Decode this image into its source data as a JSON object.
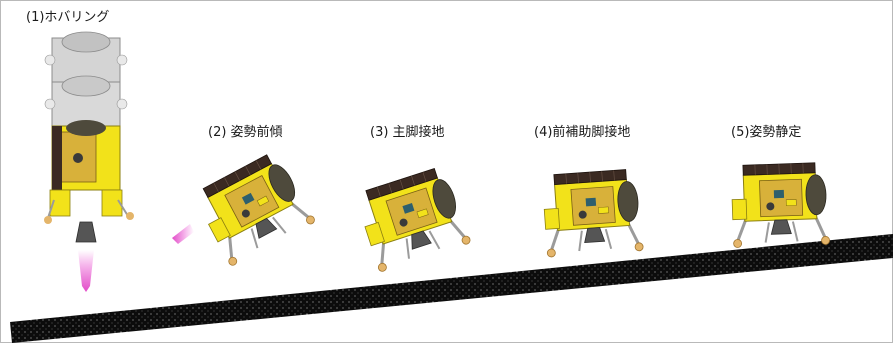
{
  "stages": [
    {
      "label": "(1)ホバリング"
    },
    {
      "label": "(2) 姿勢前傾"
    },
    {
      "label": "(3) 主脚接地"
    },
    {
      "label": "(4)前補助脚接地"
    },
    {
      "label": "(5)姿勢静定"
    }
  ],
  "colors": {
    "body_yellow": "#f2e21a",
    "panel_gold": "#d8b13a",
    "solar_panel": "#3b2a22",
    "tank_dark": "#4e4a3c",
    "silver": "#c7c7c7",
    "plume_pink": "#e24bc8",
    "ground": "#0c0c0c"
  },
  "icons": {
    "lander": "lander-spacecraft-icon",
    "engine_plume": "engine-plume-icon",
    "ground": "lunar-slope-ground"
  }
}
